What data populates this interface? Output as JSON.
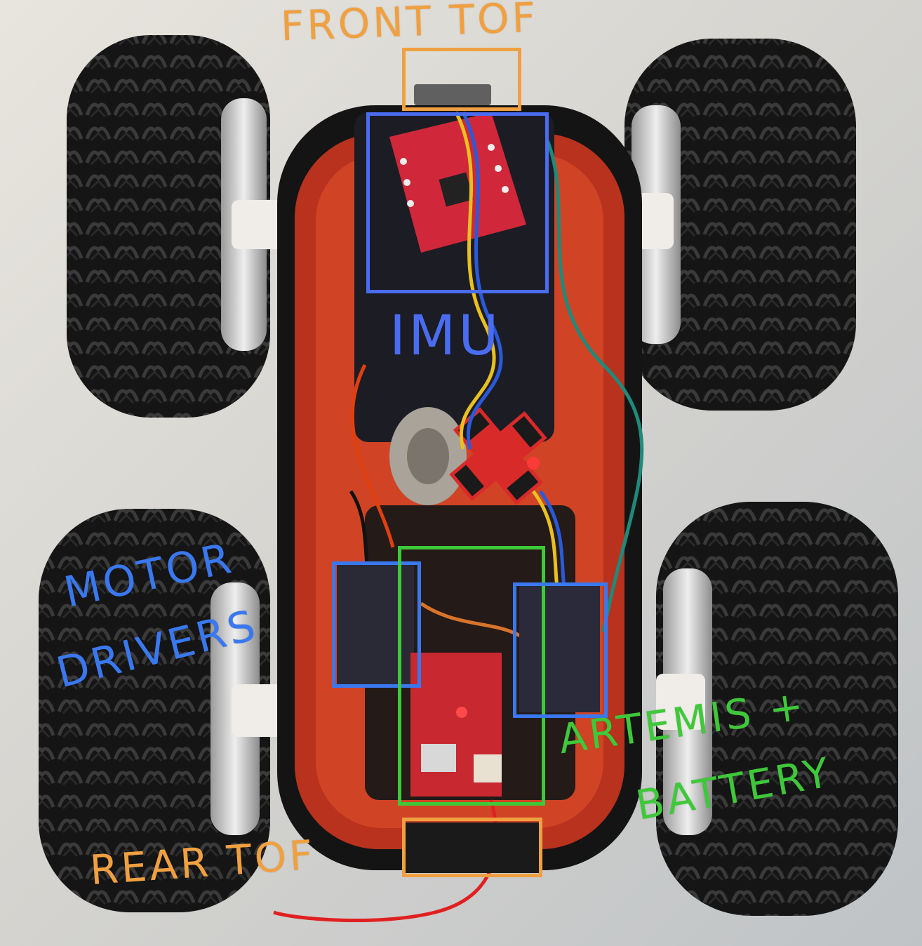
{
  "colors": {
    "tof": "#f0a040",
    "imu": "#4a6cf0",
    "motor": "#3a78f0",
    "artemis": "#3ec83a"
  },
  "labels": {
    "front_tof": "FRONT TOF",
    "imu": "IMU",
    "motor_drivers_line1": "MOTOR",
    "motor_drivers_line2": "DRIVERS",
    "artemis_line1": "ARTEMIS +",
    "artemis_line2": "BATTERY",
    "rear_tof": "REAR TOF"
  }
}
